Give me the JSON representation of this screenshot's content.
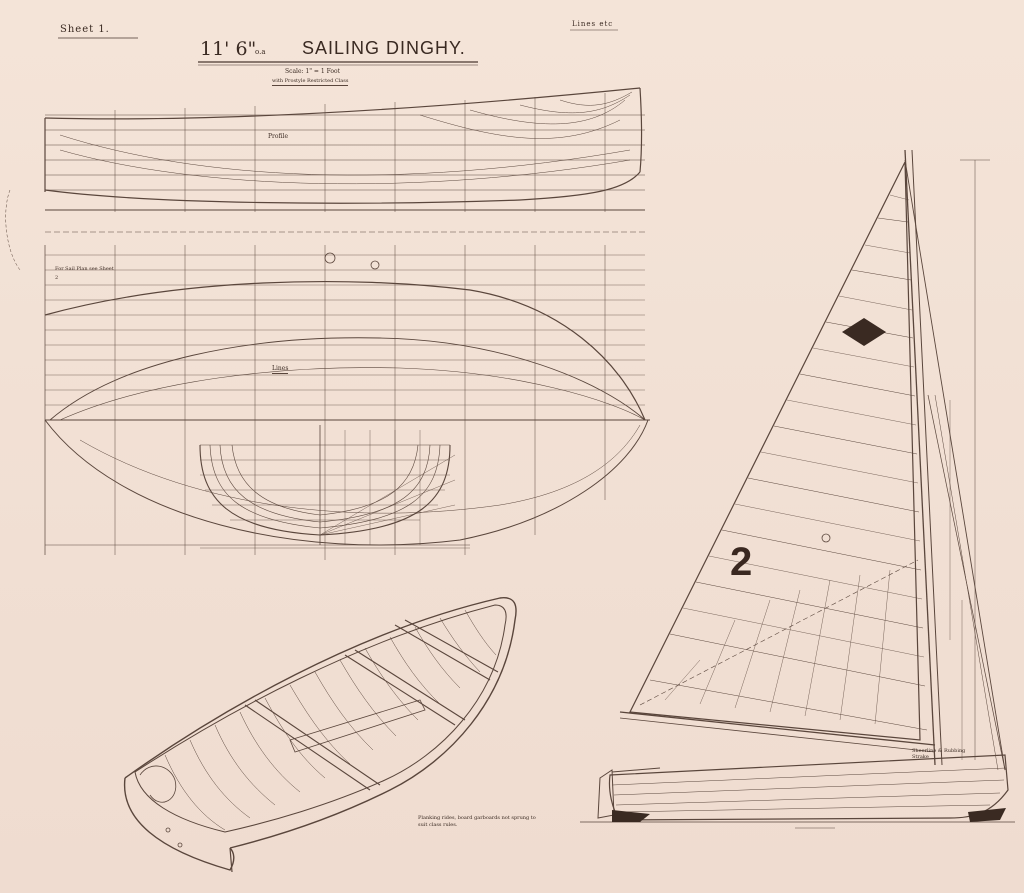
{
  "sheet_label": "Sheet 1.",
  "top_right_label": "Lines etc",
  "title_size": "11' 6\"",
  "title_oa": "o.a",
  "title_main": "SAILING DINGHY.",
  "scale": "Scale: 1\" = 1 Foot",
  "subtitle": "with Prostyle Restricted Class",
  "sail_number": "2",
  "notes": {
    "plan_note": "For Sail Plan see Sheet 2",
    "profile_label": "Profile",
    "lines_label": "Lines",
    "planking_note": "Planking rides, board garboards not sprung to suit class rules.",
    "shelf_note": "Sheerline & Rubbing Strake"
  },
  "colors": {
    "paper": "#f2e2d6",
    "ink": "#4a3830",
    "sail_number": "#3a2820"
  }
}
